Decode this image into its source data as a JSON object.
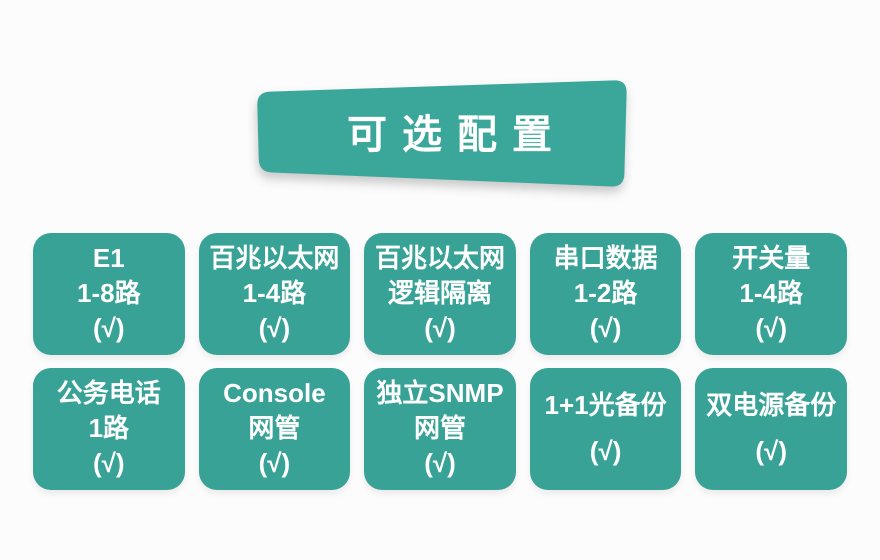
{
  "banner": {
    "title": "可选配置"
  },
  "colors": {
    "background": "#fcfcfc",
    "banner_fill": "#3ba79a",
    "card_fill": "#39a296",
    "text": "#ffffff"
  },
  "cards": [
    {
      "lines": [
        "E1",
        "1-8路",
        "(√)"
      ]
    },
    {
      "lines": [
        "百兆以太网",
        "1-4路",
        "(√)"
      ]
    },
    {
      "lines": [
        "百兆以太网",
        "逻辑隔离",
        "(√)"
      ]
    },
    {
      "lines": [
        "串口数据",
        "1-2路",
        "(√)"
      ]
    },
    {
      "lines": [
        "开关量",
        "1-4路",
        "(√)"
      ]
    },
    {
      "lines": [
        "公务电话",
        "1路",
        "(√)"
      ]
    },
    {
      "lines": [
        "Console",
        "网管",
        "(√)"
      ]
    },
    {
      "lines": [
        "独立SNMP",
        "网管",
        "(√)"
      ]
    },
    {
      "lines": [
        "1+1光备份",
        "(√)"
      ]
    },
    {
      "lines": [
        "双电源备份",
        "(√)"
      ]
    }
  ]
}
